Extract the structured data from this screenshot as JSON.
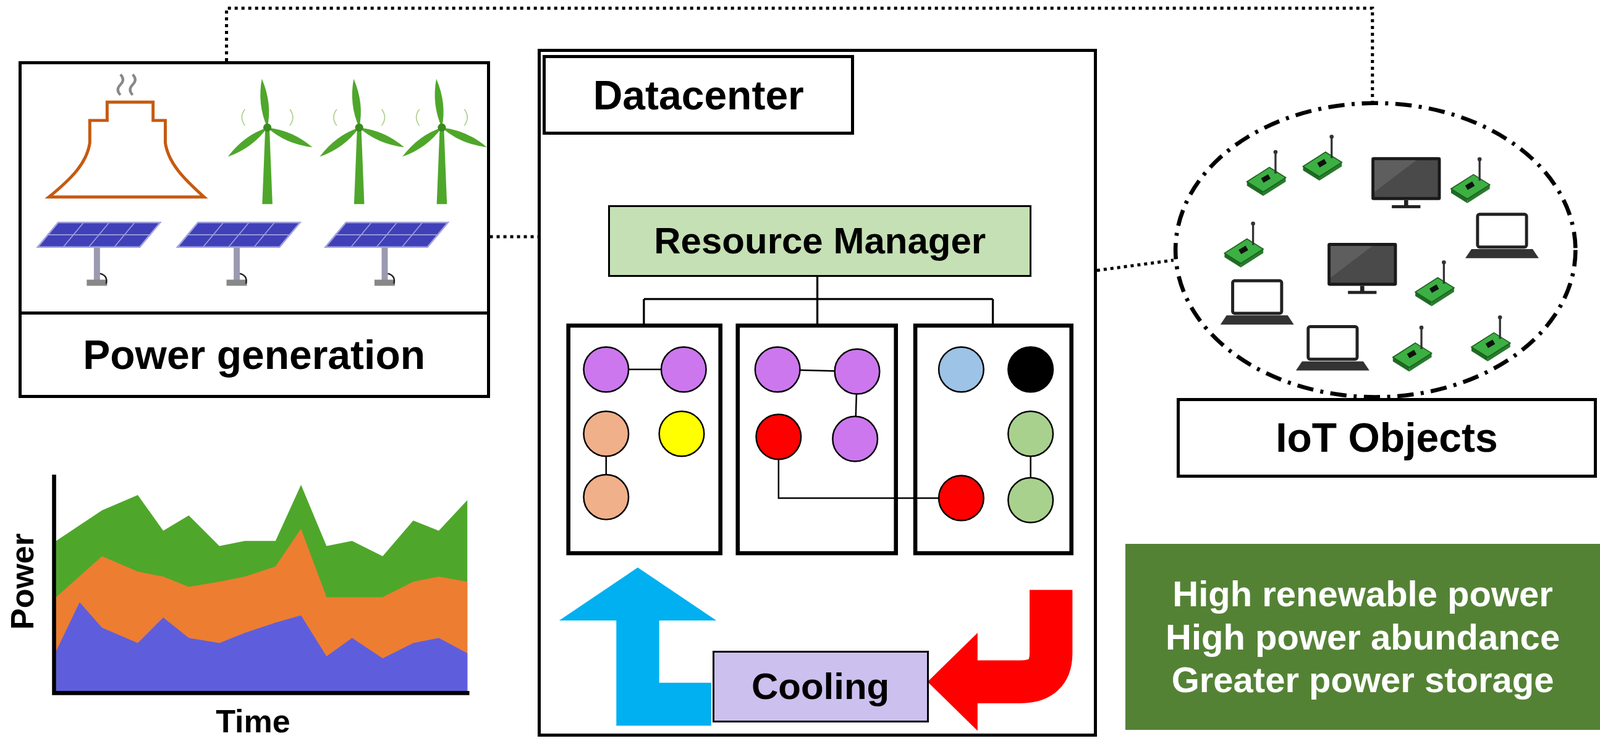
{
  "diagram": {
    "nodes": [
      {
        "text": [
          "Power generation"
        ]
      },
      {
        "text": [
          "Datacenter"
        ]
      },
      {
        "text": [
          "Resource Manager"
        ],
        "in": 1
      },
      {
        "text": [
          "Cooling"
        ],
        "in": 1
      },
      {
        "text": [
          "IoT Objects"
        ]
      },
      {
        "text": [
          "High renewable power",
          "High power abundance",
          "Greater power storage"
        ]
      }
    ],
    "edges": [
      {
        "from": 0,
        "to": 1,
        "arrow": "none"
      },
      {
        "from": 1,
        "to": 4,
        "arrow": "none"
      },
      {
        "from": 0,
        "to": 4,
        "arrow": "none"
      }
    ],
    "labels": [
      "Power",
      "Time"
    ]
  }
}
